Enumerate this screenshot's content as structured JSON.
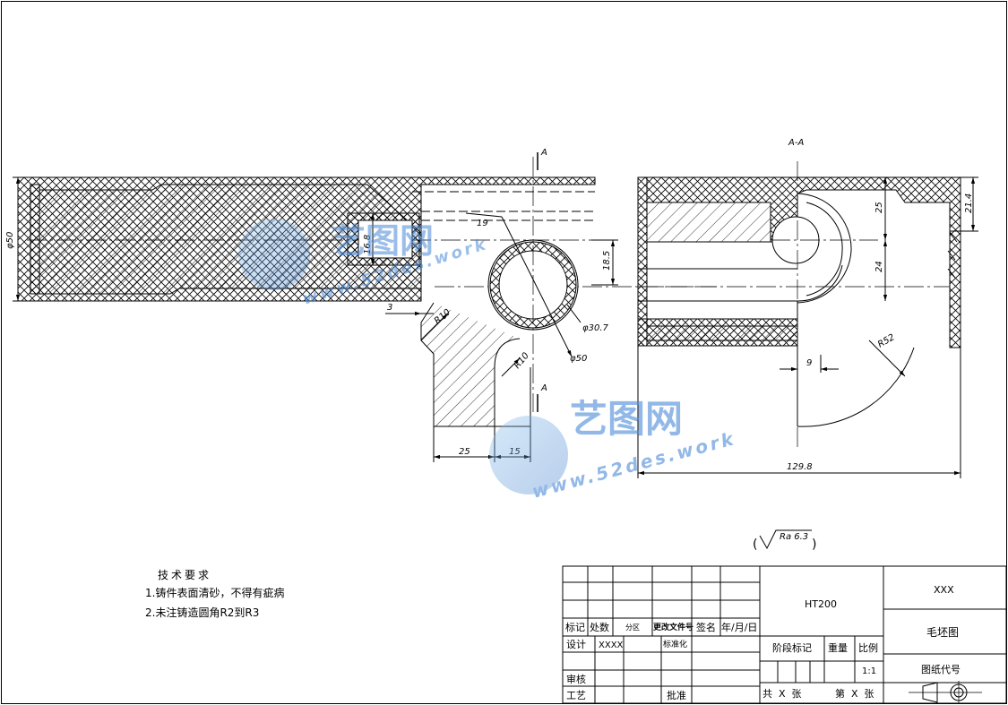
{
  "view_labels": {
    "section_mark_top": "A",
    "section_mark_bottom": "A",
    "section_title": "A-A"
  },
  "dimensions": {
    "d50_left": "φ50",
    "w3": "3",
    "r10_upper": "R10",
    "r10_lower": "R10",
    "ang19": "19",
    "h16_8": "16.8",
    "h18_5": "18.5",
    "d30_7": "φ30.7",
    "d50_circle": "φ50",
    "w25": "25",
    "w15": "15",
    "v25": "25",
    "v24": "24",
    "v21_4": "21.4",
    "w9": "9",
    "r52": "R52",
    "w129_8": "129.8"
  },
  "roughness": {
    "open": "(",
    "value": "Ra 6.3",
    "close": ")"
  },
  "tech_requirements": {
    "title": "技术要求",
    "items": [
      "1.铸件表面清砂，不得有疵病",
      "2.未注铸造圆角R2到R3"
    ]
  },
  "title_block": {
    "material": "HT200",
    "company": "XXX",
    "drawing_name": "毛坯图",
    "drawing_code_label": "图纸代号",
    "headers": [
      "标记",
      "处数",
      "分区",
      "更改文件号",
      "签名",
      "年/月/日"
    ],
    "design_label": "设计",
    "designer": "XXXX",
    "standardize_label": "标准化",
    "review_label": "审核",
    "process_label": "工艺",
    "approve_label": "批准",
    "stage_label": "阶段标记",
    "weight_label": "重量",
    "scale_label": "比例",
    "scale_value": "1:1",
    "sheets_total": "共  X  张",
    "sheet_no": "第  X  张"
  },
  "watermarks": [
    {
      "name": "艺图网",
      "url": "www.52des.work"
    },
    {
      "name": "艺图网",
      "url": "www.52des.work"
    }
  ]
}
